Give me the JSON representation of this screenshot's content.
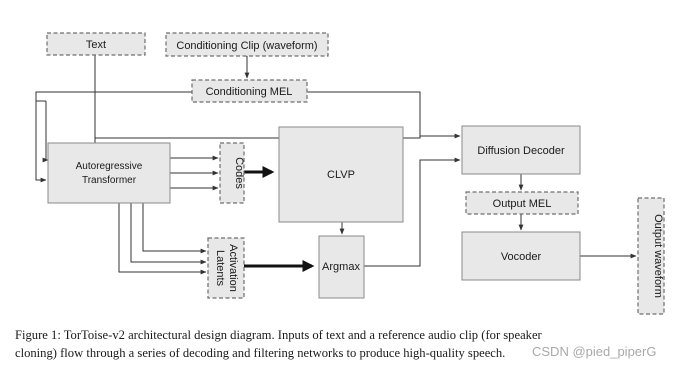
{
  "nodes": {
    "text": "Text",
    "conditioning_clip": "Conditioning Clip (waveform)",
    "conditioning_mel": "Conditioning MEL",
    "autoregressive": [
      "Autoregressive",
      "Transformer"
    ],
    "codes": "Codes",
    "clvp": "CLVP",
    "diffusion_decoder": "Diffusion Decoder",
    "output_mel": "Output MEL",
    "vocoder": "Vocoder",
    "activation_latents": [
      "Activation",
      "Latents"
    ],
    "argmax": "Argmax",
    "output_waveform": "Output waveform"
  },
  "caption": {
    "line1": "Figure 1:  TorToise-v2 architectural design diagram.  Inputs of text and a reference audio clip (for speaker",
    "line2": "cloning) flow through a series of decoding and filtering networks to produce high-quality speech."
  },
  "watermark": "CSDN @pied_piperG"
}
